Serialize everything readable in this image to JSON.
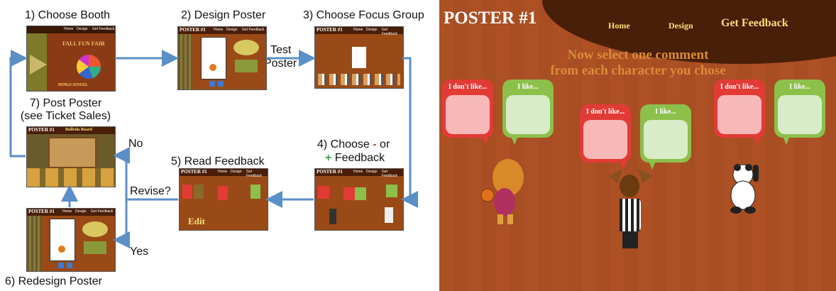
{
  "steps": {
    "s1": "1) Choose Booth",
    "s2": "2) Design Poster",
    "s3": "3) Choose Focus Group",
    "s4_pre": "4) Choose ",
    "s4_minus": "-",
    "s4_or": " or",
    "s4_plus": "+",
    "s4_post": " Feedback",
    "s5": "5) Read Feedback",
    "s6": "6) Redesign Poster",
    "s7a": "7) Post Poster",
    "s7b": "(see Ticket Sales)"
  },
  "edges": {
    "test_a": "Test",
    "test_b": "Poster",
    "revise": "Revise?",
    "no": "No",
    "yes": "Yes"
  },
  "thumbs": {
    "booth_title": "FALL FUN FAIR",
    "booth_sub": "WORLD SCHOOL",
    "poster_tag": "POSTER #1",
    "nav_home": "Home",
    "nav_design": "Design",
    "nav_feedback": "Get Feedback",
    "bulletin": "Bulletin Board",
    "edit": "Edit"
  },
  "screen": {
    "title": "POSTER #1",
    "nav_home": "Home",
    "nav_design": "Design",
    "nav_feedback": "Get Feedback",
    "instruction_1": "Now select one comment",
    "instruction_2": "from each character you chose",
    "dislike": "I don't like...",
    "like": "I like..."
  },
  "colors": {
    "arrow": "#5b8fc7",
    "minus": "#d83a2a",
    "plus": "#3aa64a",
    "screen_bg": "#ad5024",
    "header_bg": "#4a1f09",
    "bubble_red": "#e23b36",
    "bubble_green": "#8cc04b"
  }
}
